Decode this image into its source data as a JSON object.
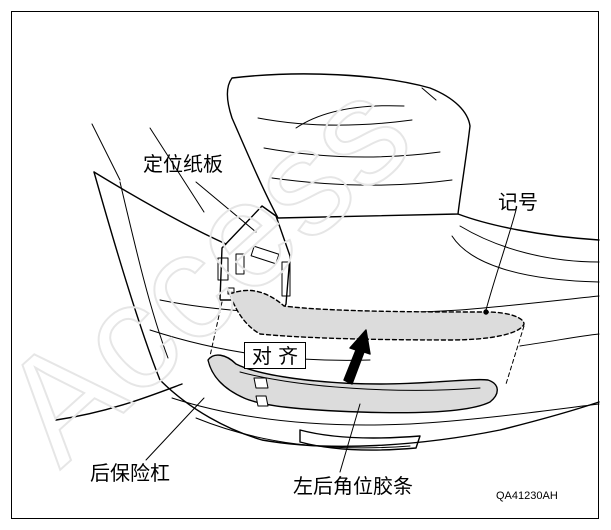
{
  "labels": {
    "locating_plate": "定位纸板",
    "mark": "记号",
    "align": "对  齐",
    "rear_bumper": "后保险杠",
    "strip": "左后角位胶条",
    "figure_code": "QA41230AH"
  },
  "watermark": {
    "text": "Access",
    "color": "#e6e6e6"
  },
  "colors": {
    "line": "#000000",
    "fill_gray": "#dcdcdc",
    "background": "#ffffff"
  }
}
